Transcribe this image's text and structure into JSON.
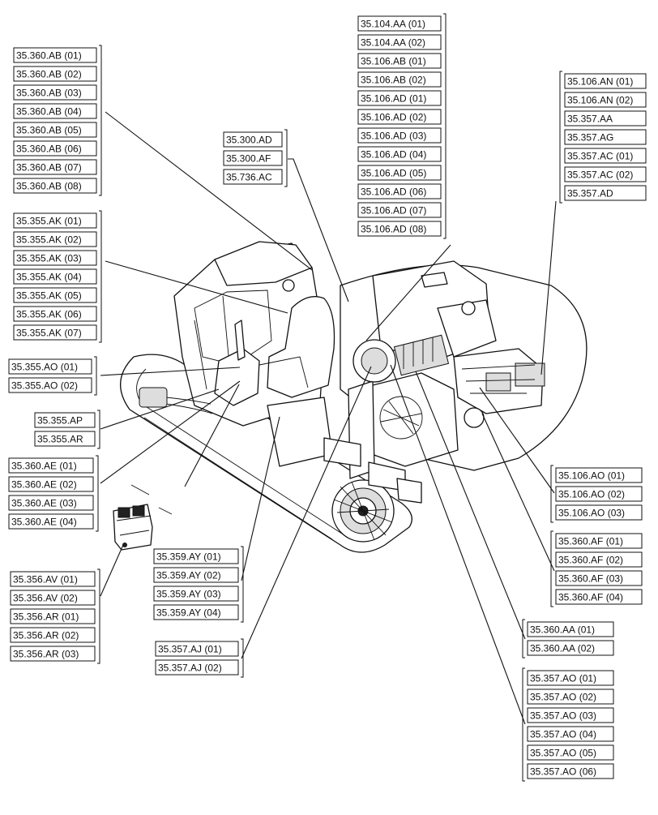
{
  "groups": [
    {
      "id": "g-104-106",
      "codes": [
        "35.104.AA (01)",
        "35.104.AA (02)",
        "35.106.AB (01)",
        "35.106.AB (02)",
        "35.106.AD (01)",
        "35.106.AD (02)",
        "35.106.AD (03)",
        "35.106.AD (04)",
        "35.106.AD (05)",
        "35.106.AD (06)",
        "35.106.AD (07)",
        "35.106.AD (08)"
      ]
    },
    {
      "id": "g-360-ab",
      "codes": [
        "35.360.AB (01)",
        "35.360.AB (02)",
        "35.360.AB (03)",
        "35.360.AB (04)",
        "35.360.AB (05)",
        "35.360.AB (06)",
        "35.360.AB (07)",
        "35.360.AB (08)"
      ]
    },
    {
      "id": "g-106-an",
      "codes": [
        "35.106.AN (01)",
        "35.106.AN (02)",
        "35.357.AA",
        "35.357.AG",
        "35.357.AC (01)",
        "35.357.AC (02)",
        "35.357.AD"
      ]
    },
    {
      "id": "g-300",
      "codes": [
        "35.300.AD",
        "35.300.AF",
        "35.736.AC"
      ]
    },
    {
      "id": "g-355-ak",
      "codes": [
        "35.355.AK (01)",
        "35.355.AK (02)",
        "35.355.AK (03)",
        "35.355.AK (04)",
        "35.355.AK (05)",
        "35.355.AK (06)",
        "35.355.AK (07)"
      ]
    },
    {
      "id": "g-355-ao",
      "codes": [
        "35.355.AO (01)",
        "35.355.AO (02)"
      ]
    },
    {
      "id": "g-355-ap",
      "codes": [
        "35.355.AP",
        "35.355.AR"
      ]
    },
    {
      "id": "g-360-ae",
      "codes": [
        "35.360.AE (01)",
        "35.360.AE (02)",
        "35.360.AE (03)",
        "35.360.AE (04)"
      ]
    },
    {
      "id": "g-356",
      "codes": [
        "35.356.AV (01)",
        "35.356.AV (02)",
        "35.356.AR (01)",
        "35.356.AR (02)",
        "35.356.AR (03)"
      ]
    },
    {
      "id": "g-359-ay",
      "codes": [
        "35.359.AY (01)",
        "35.359.AY (02)",
        "35.359.AY (03)",
        "35.359.AY (04)"
      ]
    },
    {
      "id": "g-357-aj",
      "codes": [
        "35.357.AJ (01)",
        "35.357.AJ (02)"
      ]
    },
    {
      "id": "g-106-ao",
      "codes": [
        "35.106.AO (01)",
        "35.106.AO (02)",
        "35.106.AO (03)"
      ]
    },
    {
      "id": "g-360-af",
      "codes": [
        "35.360.AF (01)",
        "35.360.AF (02)",
        "35.360.AF (03)",
        "35.360.AF (04)"
      ]
    },
    {
      "id": "g-360-aa",
      "codes": [
        "35.360.AA (01)",
        "35.360.AA (02)"
      ]
    },
    {
      "id": "g-357-ao",
      "codes": [
        "35.357.AO (01)",
        "35.357.AO (02)",
        "35.357.AO (03)",
        "35.357.AO (04)",
        "35.357.AO (05)",
        "35.357.AO (06)"
      ]
    }
  ]
}
